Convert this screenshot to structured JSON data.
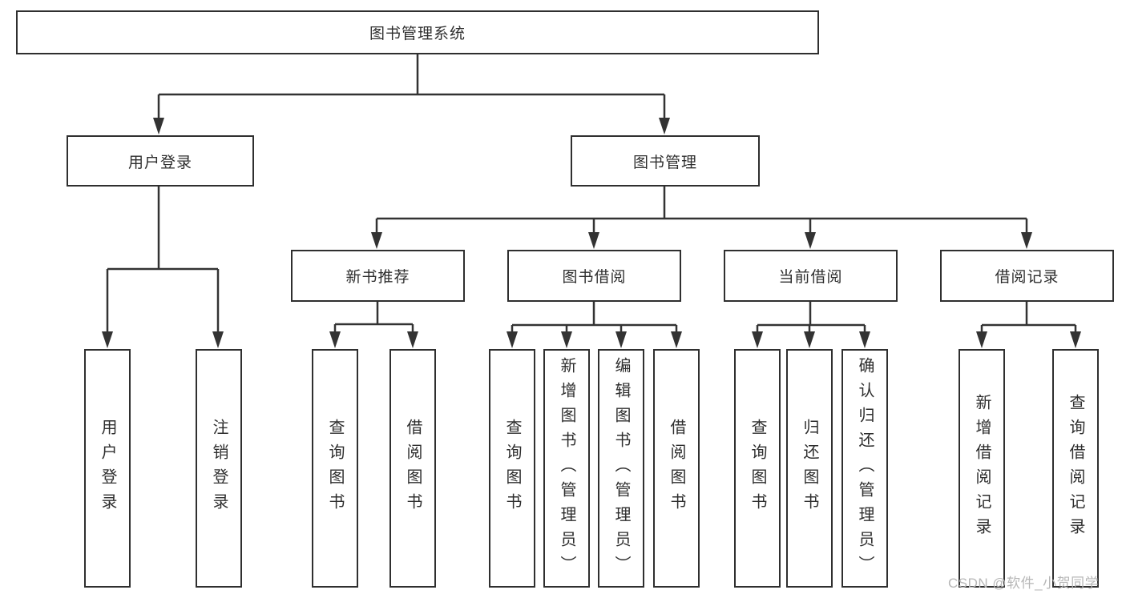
{
  "colors": {
    "line": "#333333",
    "box_border": "#2f2f2f",
    "text": "#2e2e2e",
    "watermark": "#b7b7b7",
    "background": "#ffffff"
  },
  "diagram": {
    "root": "图书管理系统",
    "level2": [
      "用户登录",
      "图书管理"
    ],
    "level3": [
      "新书推荐",
      "图书借阅",
      "当前借阅",
      "借阅记录"
    ],
    "children": {
      "user_login": [
        "用户登录",
        "注销登录"
      ],
      "new_book_recommend": [
        "查询图书",
        "借阅图书"
      ],
      "book_borrowing": [
        "查询图书",
        "新增图书（管理员）",
        "编辑图书（管理员）",
        "借阅图书"
      ],
      "current_borrowing": [
        "查询图书",
        "归还图书",
        "确认归还（管理员）"
      ],
      "borrowing_records": [
        "新增借阅记录",
        "查询借阅记录"
      ]
    }
  },
  "watermark": {
    "text": "CSDN @软件_小贺同学"
  }
}
